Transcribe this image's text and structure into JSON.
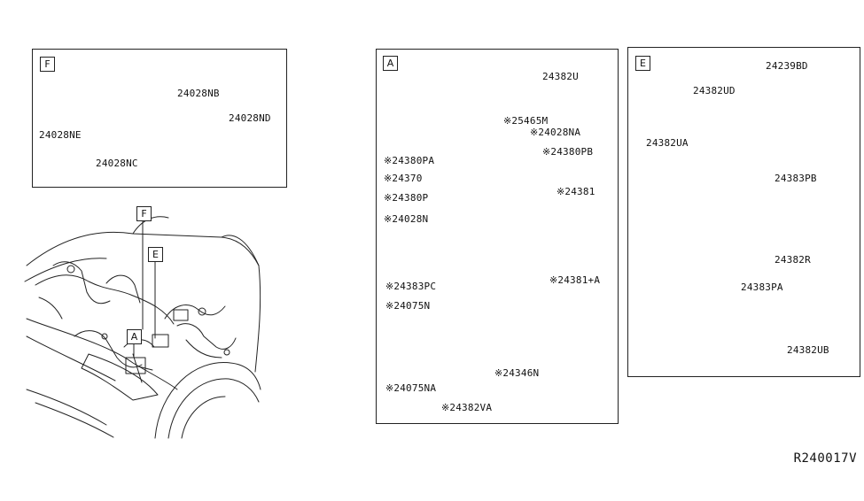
{
  "panels": {
    "F": {
      "tag": "F",
      "parts": {
        "p1": "24028NB",
        "p2": "24028ND",
        "p3": "24028NE",
        "p4": "24028NC"
      }
    },
    "A": {
      "tag": "A",
      "parts": {
        "p1": "24382U",
        "p2": "※25465M",
        "p3": "※24028NA",
        "p4": "※24380PA",
        "p5": "※24380PB",
        "p6": "※24370",
        "p7": "※24381",
        "p8": "※24380P",
        "p9": "※24028N",
        "p10": "※24381+A",
        "p11": "※24383PC",
        "p12": "※24075N",
        "p13": "※24075NA",
        "p14": "※24346N",
        "p15": "※24382VA"
      }
    },
    "E": {
      "tag": "E",
      "parts": {
        "p1": "24239BD",
        "p2": "24382UD",
        "p3": "24382UA",
        "p4": "24383PB",
        "p5": "24382R",
        "p6": "24383PA",
        "p7": "24382UB"
      }
    }
  },
  "car_callouts": {
    "f": "F",
    "e": "E",
    "a": "A"
  },
  "diagram_code": "R240017V"
}
